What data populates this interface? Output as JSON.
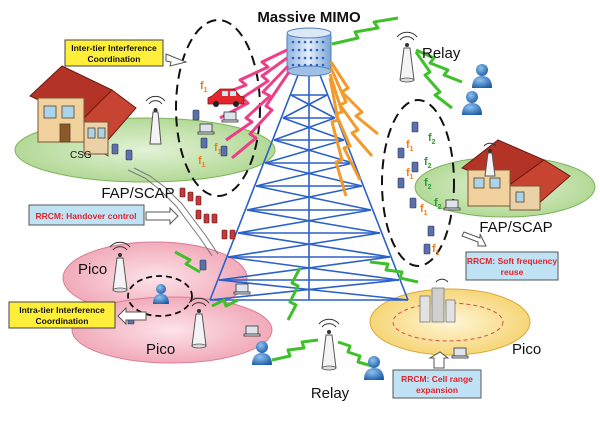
{
  "title": "Massive MIMO",
  "labels": {
    "relay_top": "Relay",
    "relay_bottom": "Relay",
    "csg": "CSG",
    "fap_left": "FAP/SCAP",
    "fap_right": "FAP/SCAP",
    "pico_top_left": "Pico",
    "pico_bottom_left": "Pico",
    "pico_right": "Pico"
  },
  "freq": {
    "f1": "f",
    "f2": "f",
    "sub1": "1",
    "sub2": "2"
  },
  "callouts": {
    "inter_tier_1": "Inter-tier Interference",
    "inter_tier_2": "Coordination",
    "handover": "RRCM: Handover control",
    "intra_tier_1": "Intra-tier Interference",
    "intra_tier_2": "Coordination",
    "soft_freq_1": "RRCM: Soft frequency",
    "soft_freq_2": "reuse",
    "cell_range_1": "RRCM: Cell range",
    "cell_range_2": "expansion"
  },
  "colors": {
    "callout_yellow": "#ffef3a",
    "callout_blue": "#bfe3f5",
    "callout_red_text": "#e0242c",
    "green_ellipse": "#b8dc9a",
    "pink_ellipse": "#f3b7c3",
    "tower_blue": "#2b61c9",
    "link_green": "#3fc02b",
    "link_pink": "#ee3f86",
    "link_orange": "#f39a2a",
    "f1_orange": "#ef7d1a",
    "f2_green": "#2e9e3a"
  }
}
